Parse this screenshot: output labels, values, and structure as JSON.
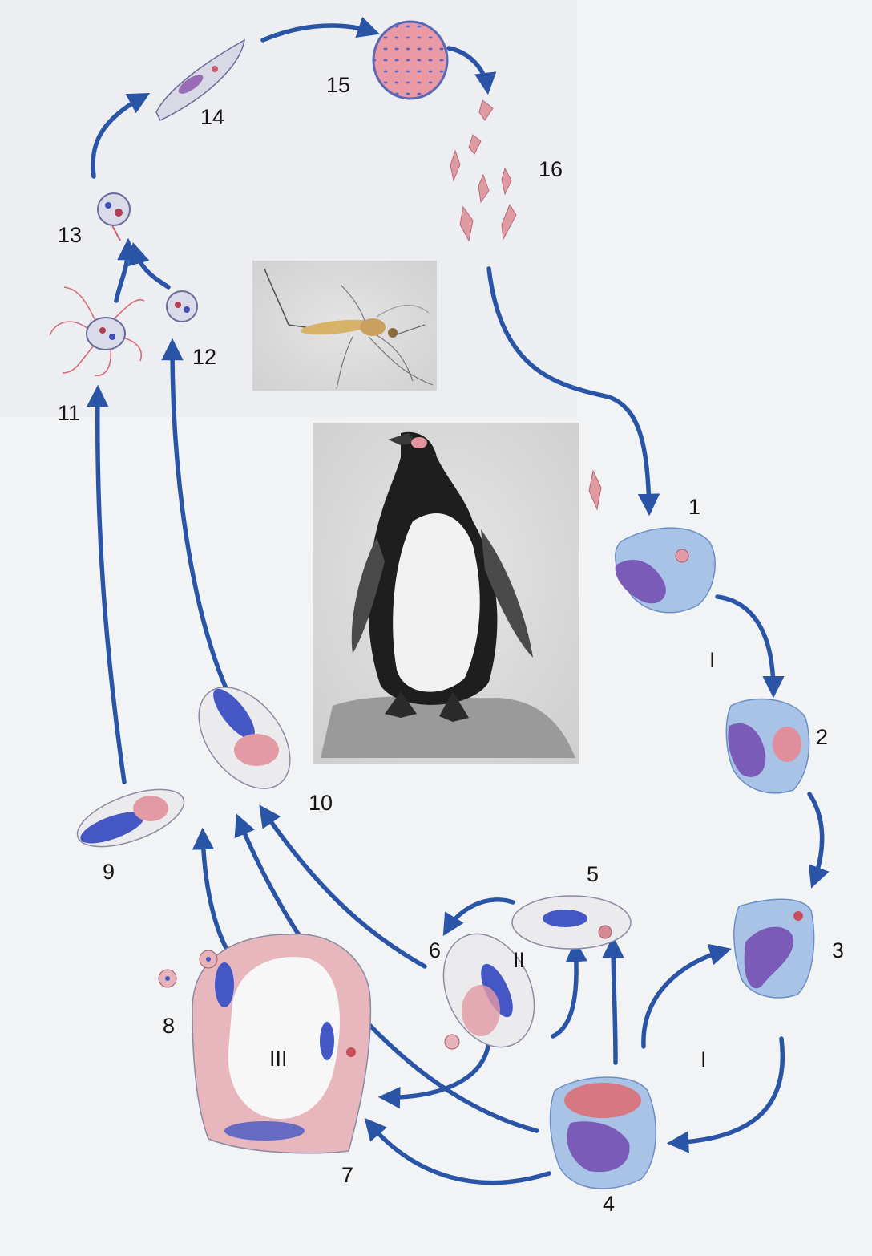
{
  "stage_labels": {
    "s1": "1",
    "s2": "2",
    "s3": "3",
    "s4": "4",
    "s5": "5",
    "s6": "6",
    "s7": "7",
    "s8": "8",
    "s9": "9",
    "s10": "10",
    "s11": "11",
    "s12": "12",
    "s13": "13",
    "s14": "14",
    "s15": "15",
    "s16": "16"
  },
  "cycle_labels": {
    "c1_upper": "I",
    "c1_lower": "I",
    "c2": "II",
    "c3": "III"
  },
  "colors": {
    "arrow": "#2a55a6",
    "cytoplasm": "#a9c3e6",
    "nucleus": "#6a56b6",
    "parasite": "#d77a86",
    "erythrocyte": "#e8e8ea",
    "erythrocyte_nucleus": "#4457c4",
    "sporozoite": "#dd8a92",
    "mosquito_panel": "#dedede",
    "penguin_panel": "#dcdcdc"
  },
  "icons": {
    "mosquito": "mosquito-icon",
    "penguin": "penguin-icon"
  }
}
